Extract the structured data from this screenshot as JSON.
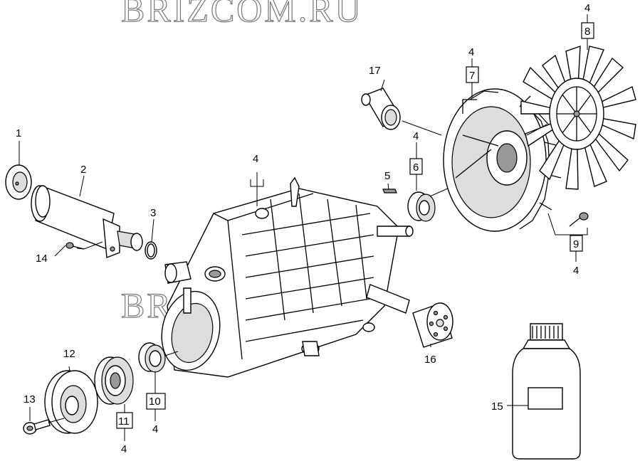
{
  "watermark": "BRIZCOM.RU",
  "callouts": {
    "c1": "1",
    "c2": "2",
    "c3": "3",
    "c4a": "4",
    "c5": "5",
    "c4b": "4",
    "c6": "6",
    "c17": "17",
    "c4c": "4",
    "c7": "7",
    "c4d": "4",
    "c8": "8",
    "c9": "9",
    "c4e": "4",
    "c14": "14",
    "c12": "12",
    "c13": "13",
    "c11": "11",
    "c4f": "4",
    "c10": "10",
    "c4g": "4",
    "c16": "16",
    "c15": "15"
  }
}
